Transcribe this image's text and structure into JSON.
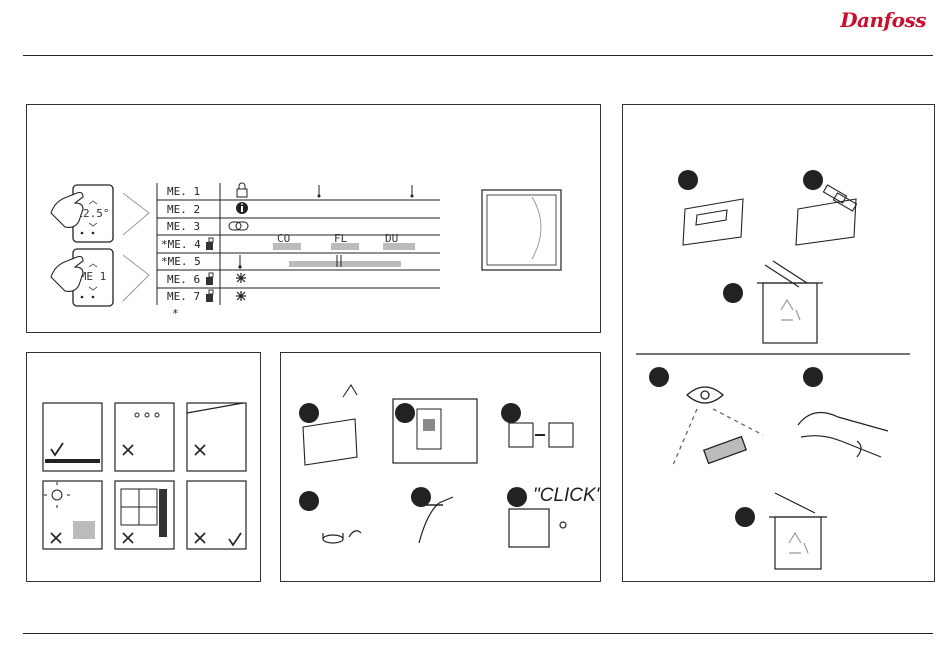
{
  "brand": {
    "logo_text": "Danfoss",
    "logo_color": "#c8102e"
  },
  "display": {
    "temperature": "22.5°",
    "menu_text": "ME 1"
  },
  "menu": {
    "items": [
      {
        "label": "ME. 1",
        "icon": "lock-icon"
      },
      {
        "label": "ME. 2",
        "icon": "info-icon"
      },
      {
        "label": "ME. 3",
        "icon": "link-icon"
      },
      {
        "label": "*ME. 4",
        "icon": "thermostat-sensor-icon"
      },
      {
        "label": "*ME. 5",
        "icon": "thermometer-icon"
      },
      {
        "label": "ME. 6",
        "icon": "snowflake-icon"
      },
      {
        "label": "ME. 7",
        "icon": "snowflake-icon"
      }
    ],
    "modes": [
      "CO",
      "FL",
      "DU"
    ],
    "footnote": "*"
  },
  "installation": {
    "click_text": "\"CLICK\""
  },
  "panels": [
    "menu-overview",
    "battery-replacement",
    "placement-guidelines",
    "pairing-steps",
    "battery-disposal"
  ]
}
